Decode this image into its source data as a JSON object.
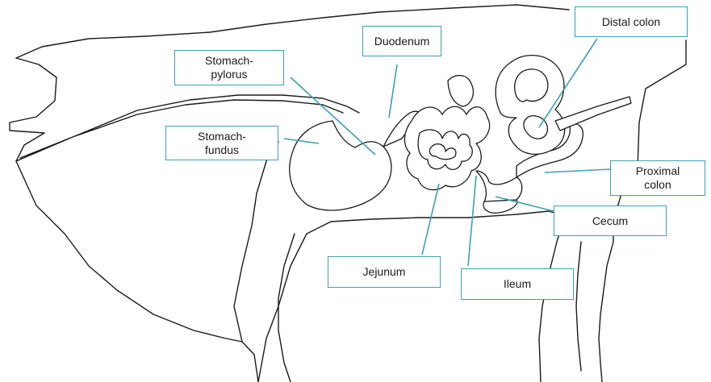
{
  "diagram": {
    "labels": {
      "duodenum": "Duodenum",
      "distal_colon": "Distal colon",
      "stomach_pylorus": "Stomach-\npylorus",
      "stomach_fundus": "Stomach-\nfundus",
      "proximal_colon": "Proximal\ncolon",
      "cecum": "Cecum",
      "jejunum": "Jejunum",
      "ileum": "Ileum"
    },
    "colors": {
      "leader": "#3ca0b4",
      "outline": "#1a1a1a"
    }
  }
}
